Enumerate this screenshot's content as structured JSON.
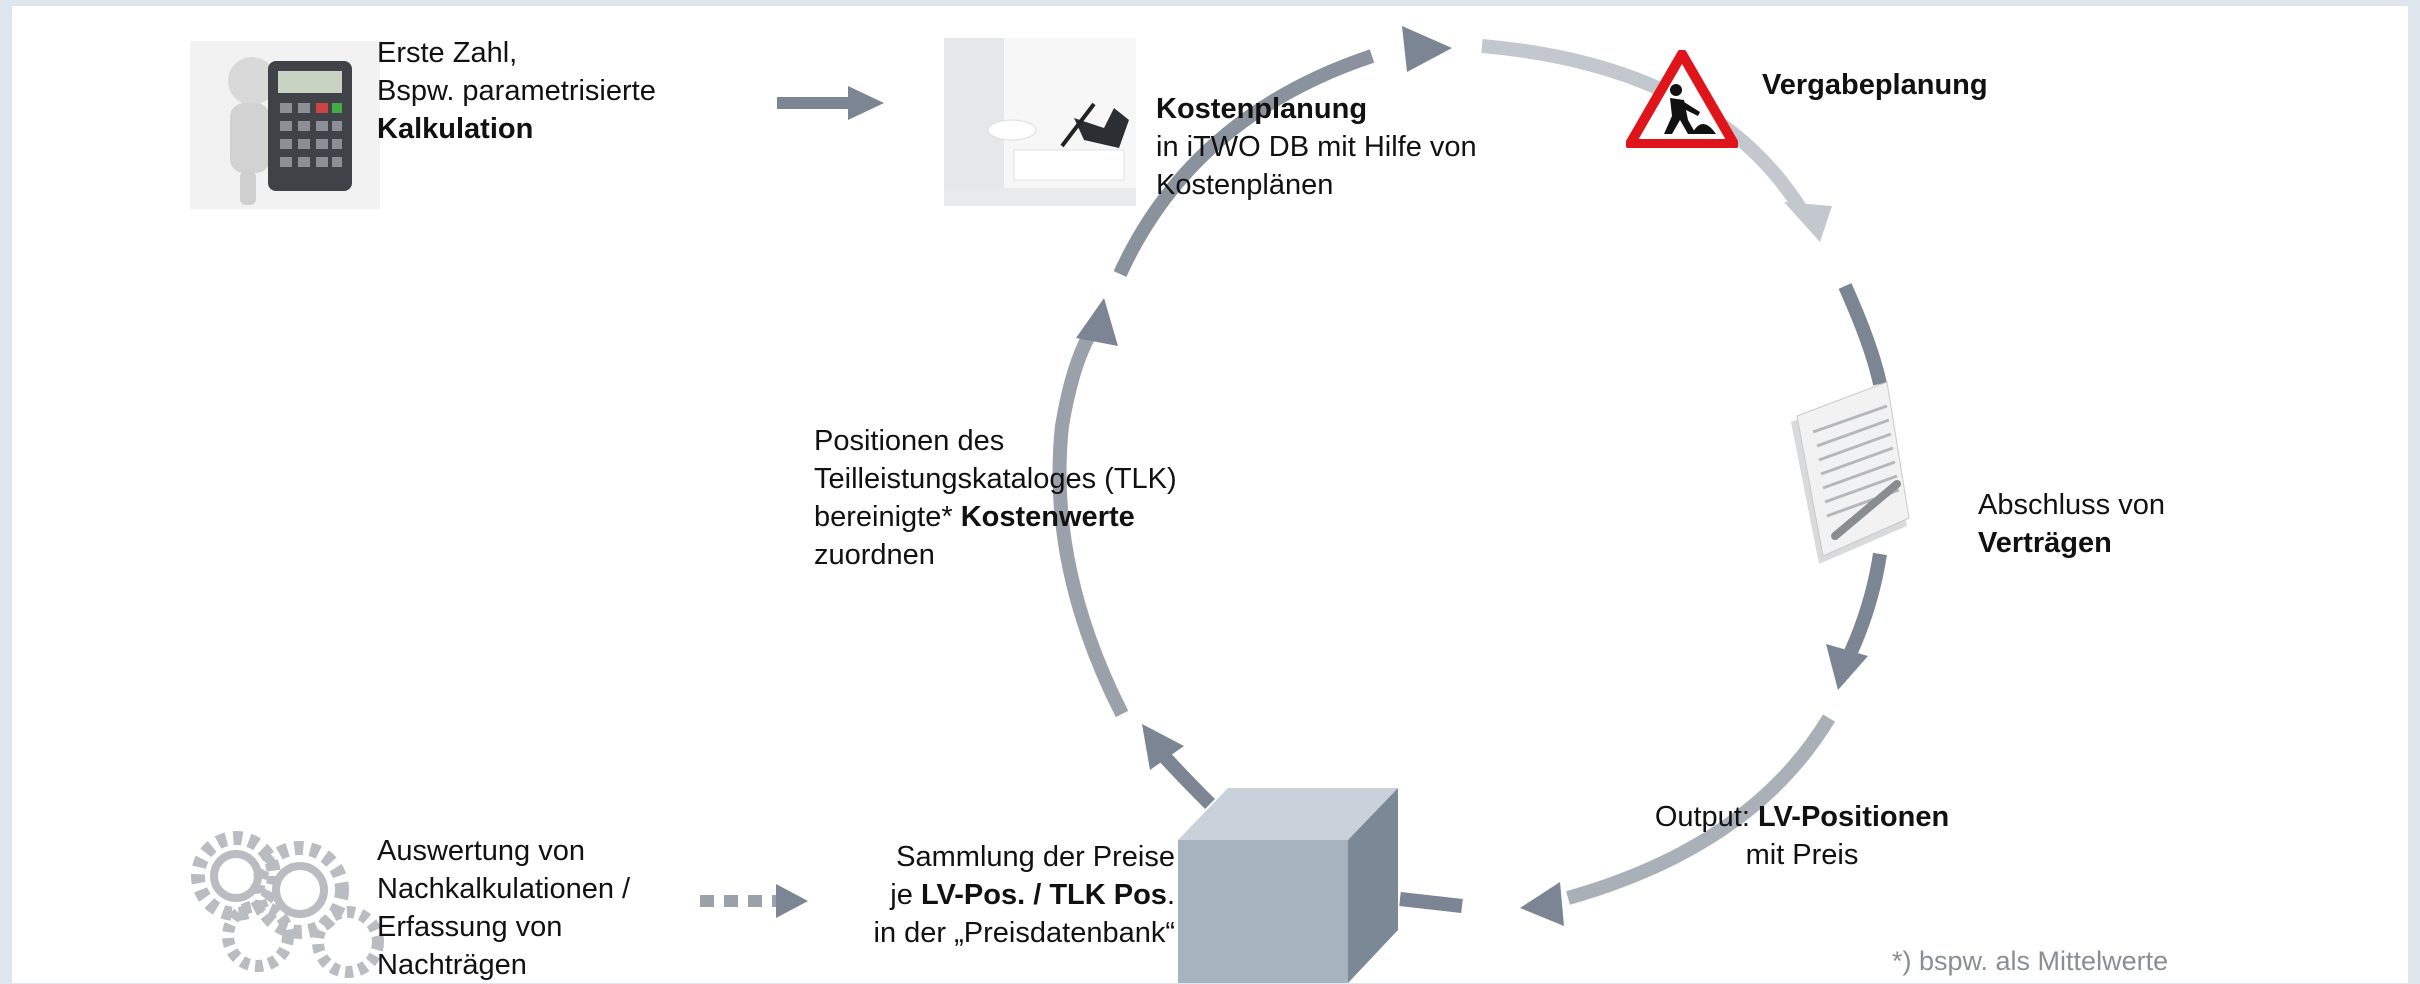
{
  "colors": {
    "background": "#dfe6ee",
    "panel": "#ffffff",
    "arrow_dark": "#7c8593",
    "arrow_light": "#c3c8cf",
    "warning_red": "#e0151b",
    "cube_front": "#a7b3be",
    "cube_side": "#7b8896",
    "cube_top": "#c9d2da"
  },
  "icons": {
    "calculator": "calculator-figure-icon",
    "laptop": "laptop-writing-icon",
    "warning": "construction-warning-icon",
    "contract": "contract-document-icon",
    "gears": "gears-icon",
    "cube": "price-database-cube-icon"
  },
  "nodes": {
    "kalkulation": {
      "line1": "Erste Zahl,",
      "line2": "Bspw. parametrisierte",
      "line3_bold": "Kalkulation"
    },
    "kostenplanung": {
      "line1_bold": "Kostenplanung",
      "line2": "in iTWO DB mit Hilfe von",
      "line3": "Kostenplänen"
    },
    "vergabe": {
      "line1_bold": "Vergabeplanung"
    },
    "vertraege": {
      "line1": "Abschluss von",
      "line2_bold": "Verträgen"
    },
    "output": {
      "prefix": "Output: ",
      "bold": "LV-Positionen",
      "line2": "mit Preis"
    },
    "sammlung": {
      "line1": "Sammlung der Preise",
      "line2_prefix": "je ",
      "line2_bold": "LV-Pos. / TLK Pos",
      "line2_suffix": ".",
      "line3": "in der „Preisdatenbank“"
    },
    "positionen": {
      "line1": "Positionen des",
      "line2": "Teilleistungskataloges (TLK)",
      "line3_prefix": "bereinigte* ",
      "line3_bold": "Kostenwerte",
      "line4": "zuordnen"
    },
    "auswertung": {
      "line1": "Auswertung von",
      "line2": "Nachkalkulationen /",
      "line3": "Erfassung von",
      "line4": "Nachträgen"
    }
  },
  "footnote": "*) bspw. als Mittelwerte"
}
